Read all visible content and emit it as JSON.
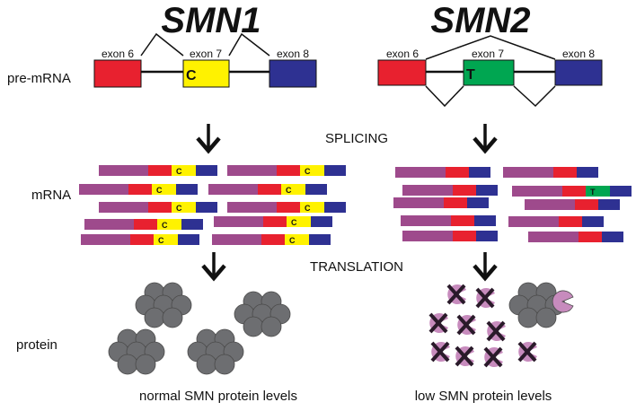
{
  "genes": {
    "left": "SMN1",
    "right": "SMN2"
  },
  "row_labels": {
    "pre_mrna": "pre-mRNA",
    "mrna": "mRNA",
    "protein": "protein"
  },
  "steps": {
    "splicing": "SPLICING",
    "translation": "TRANSLATION"
  },
  "exons": {
    "exon6": "exon 6",
    "exon7": "exon 7",
    "exon8": "exon 8"
  },
  "nucleotides": {
    "smn1": "C",
    "smn2": "T"
  },
  "captions": {
    "left": "normal SMN protein levels",
    "right": "low SMN protein levels"
  },
  "colors": {
    "exon6": "#e8212f",
    "exon7_smn1": "#fff200",
    "exon7_smn2": "#00a651",
    "exon8": "#2e3192",
    "upstream": "#9e4a8c",
    "protein": "#6d6e71",
    "truncated_protein": "#c78bbd"
  }
}
